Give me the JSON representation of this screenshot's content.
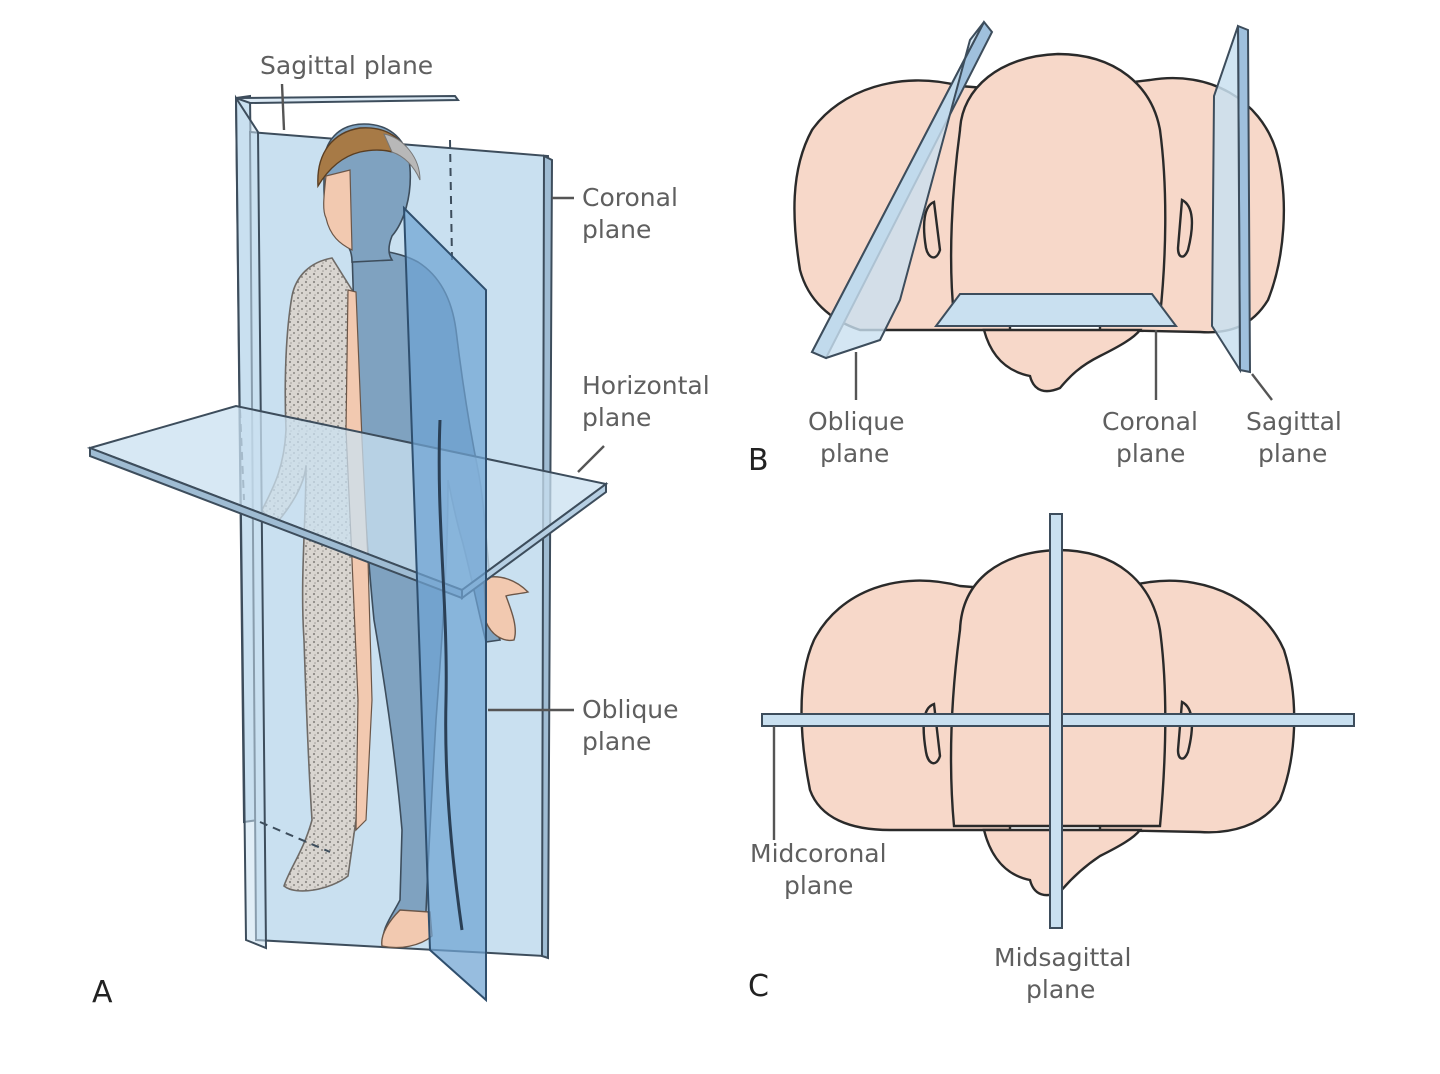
{
  "colors": {
    "plane_fill": "#c9e0f0",
    "oblique_fill": "#6fa3d3",
    "skin_fill": "#f7d8c9",
    "body_blue": "#7fa2c0",
    "hair": "#a77a46",
    "stipple": "#b9b7b4"
  },
  "panel_a": {
    "letter": "A",
    "labels": {
      "sagittal": "Sagittal plane",
      "coronal": [
        "Coronal",
        "plane"
      ],
      "horizontal": [
        "Horizontal",
        "plane"
      ],
      "oblique": [
        "Oblique",
        "plane"
      ]
    }
  },
  "panel_b": {
    "letter": "B",
    "labels": {
      "oblique": [
        "Oblique",
        "plane"
      ],
      "coronal": [
        "Coronal",
        "plane"
      ],
      "sagittal": [
        "Sagittal",
        "plane"
      ]
    }
  },
  "panel_c": {
    "letter": "C",
    "labels": {
      "midcoronal": [
        "Midcoronal",
        "plane"
      ],
      "midsagittal": [
        "Midsagittal",
        "plane"
      ]
    }
  }
}
